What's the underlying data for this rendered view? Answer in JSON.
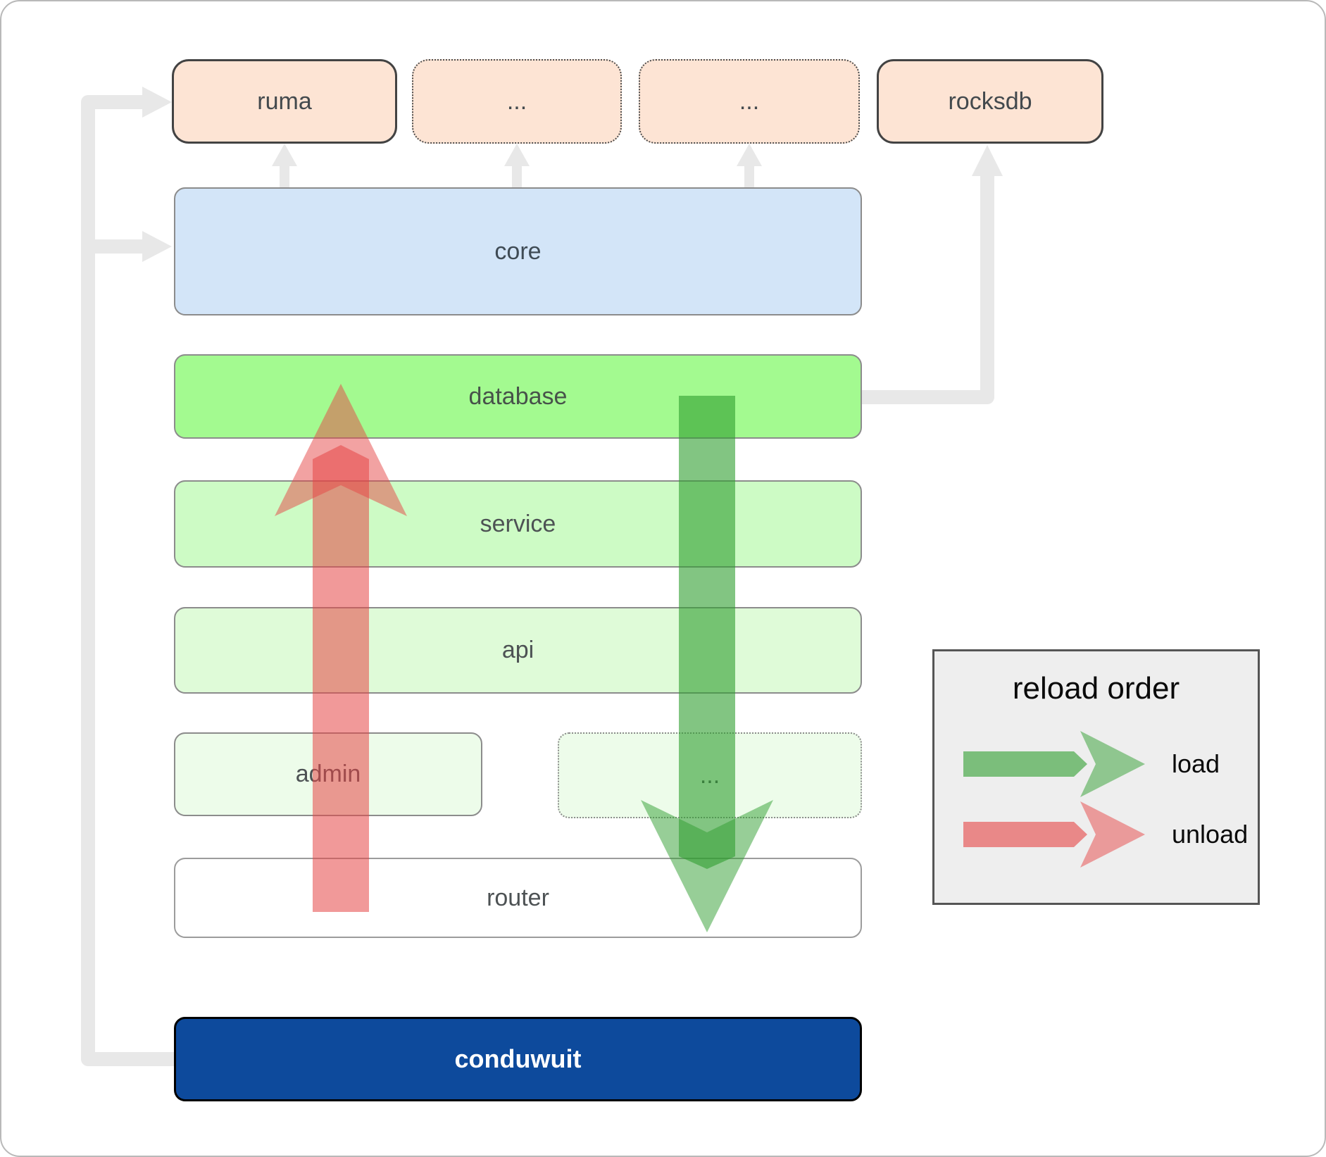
{
  "diagram": {
    "title_hint": "conduwuit crate architecture",
    "nodes": {
      "ruma": {
        "label": "ruma",
        "fill": "#fde4d4"
      },
      "dep1": {
        "label": "...",
        "fill": "#fde4d4"
      },
      "dep2": {
        "label": "...",
        "fill": "#fde4d4"
      },
      "rocksdb": {
        "label": "rocksdb",
        "fill": "#fde4d4"
      },
      "core": {
        "label": "core",
        "fill": "#d3e5f8"
      },
      "database": {
        "label": "database",
        "fill": "#a3fa90"
      },
      "service": {
        "label": "service",
        "fill": "#cdfbc5"
      },
      "api": {
        "label": "api",
        "fill": "#dffbd8"
      },
      "admin": {
        "label": "admin",
        "fill": "#edfcea"
      },
      "admin_more": {
        "label": "...",
        "fill": "#edfcea"
      },
      "router": {
        "label": "router",
        "fill": "#ffffff"
      },
      "conduwuit": {
        "label": "conduwuit",
        "fill": "#0d4a9c",
        "text_color": "#ffffff"
      }
    },
    "connector_color": "#e8e8e8",
    "arrows": {
      "load_color": "#2f9e2f",
      "unload_color": "#e64545"
    }
  },
  "legend": {
    "title": "reload order",
    "items": [
      {
        "role": "load",
        "label": "load"
      },
      {
        "role": "unload",
        "label": "unload"
      }
    ]
  }
}
